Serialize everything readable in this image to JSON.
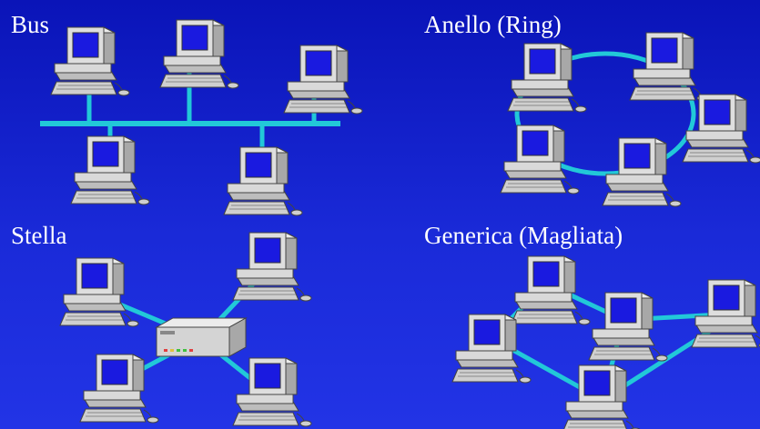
{
  "sections": {
    "bus": {
      "title": "Bus"
    },
    "ring": {
      "title": "Anello (Ring)"
    },
    "star": {
      "title": "Stella"
    },
    "mesh": {
      "title": "Generica (Magliata)"
    }
  },
  "colors": {
    "background_top": "#0a14b8",
    "background_bottom": "#2234e6",
    "link": "#22c8d8",
    "screen": "#1a1ae0",
    "case": "#d8d8d8",
    "text": "#ffffff"
  },
  "icons": {
    "computer": "desktop-computer-icon",
    "hub": "network-hub-icon"
  }
}
